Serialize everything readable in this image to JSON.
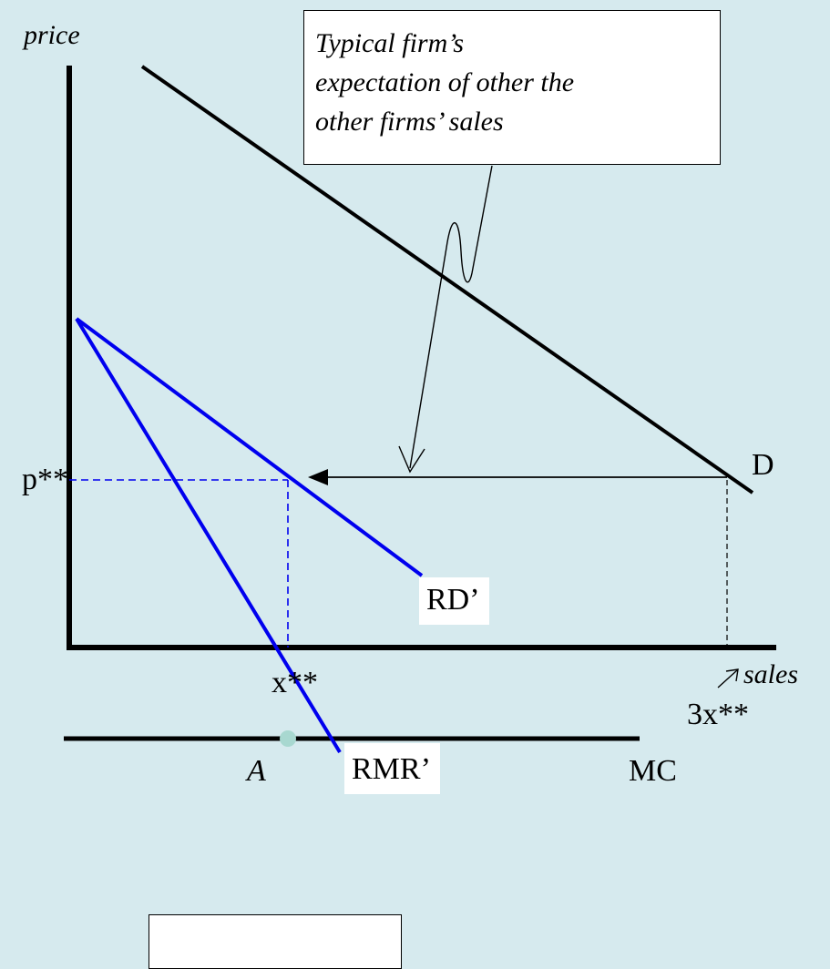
{
  "axes": {
    "y_label": "price",
    "x_label": "sales"
  },
  "callout": {
    "lines": [
      "Typical firm’s",
      "expectation of other the",
      "other firms’ sales"
    ]
  },
  "curves": {
    "demand": "D",
    "residual_demand": "RD’",
    "residual_marginal_revenue": "RMR’",
    "marginal_cost": "MC"
  },
  "points": {
    "equilibrium": "A"
  },
  "ticks": {
    "price": "p**",
    "quantity": "x**",
    "market_quantity": "3x**"
  },
  "colors": {
    "background": "#d6eaee",
    "residual_curves": "#0000ee",
    "guides": "#0000ee",
    "axes_and_demand": "#000000",
    "equilibrium_point": "#a8d8d0"
  }
}
